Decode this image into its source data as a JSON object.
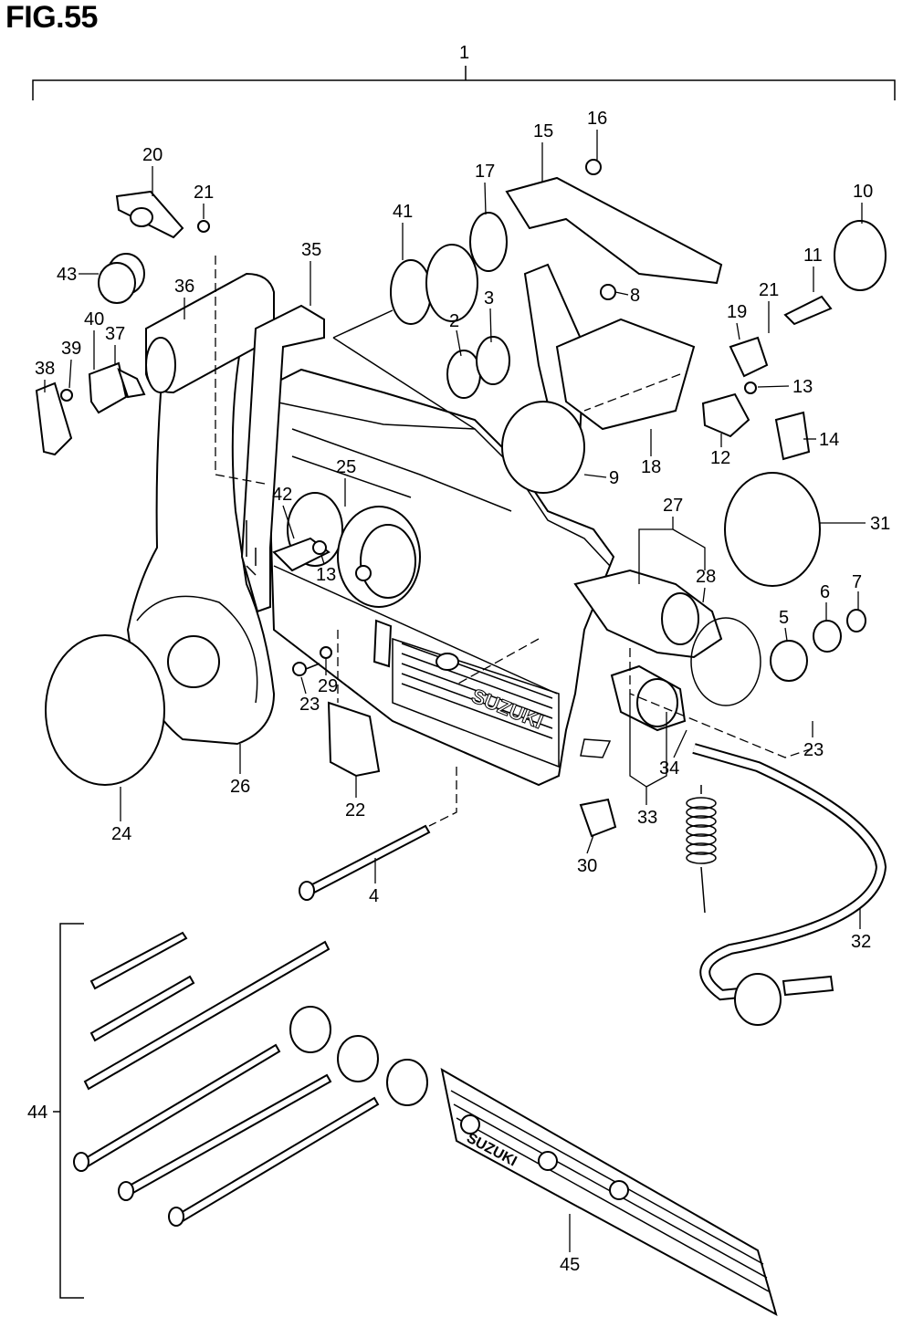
{
  "figure": {
    "title": "FIG.55"
  },
  "brand_text": {
    "body_logo": "SUZUKI",
    "trim_logo": "SUZUKI"
  },
  "callouts": [
    {
      "id": "1",
      "label": "1"
    },
    {
      "id": "2",
      "label": "2"
    },
    {
      "id": "3",
      "label": "3"
    },
    {
      "id": "4",
      "label": "4"
    },
    {
      "id": "5",
      "label": "5"
    },
    {
      "id": "6",
      "label": "6"
    },
    {
      "id": "7",
      "label": "7"
    },
    {
      "id": "8",
      "label": "8"
    },
    {
      "id": "9",
      "label": "9"
    },
    {
      "id": "10",
      "label": "10"
    },
    {
      "id": "11",
      "label": "11"
    },
    {
      "id": "12",
      "label": "12"
    },
    {
      "id": "13a",
      "label": "13"
    },
    {
      "id": "13b",
      "label": "13"
    },
    {
      "id": "14",
      "label": "14"
    },
    {
      "id": "15",
      "label": "15"
    },
    {
      "id": "16",
      "label": "16"
    },
    {
      "id": "17",
      "label": "17"
    },
    {
      "id": "18",
      "label": "18"
    },
    {
      "id": "19",
      "label": "19"
    },
    {
      "id": "20",
      "label": "20"
    },
    {
      "id": "21a",
      "label": "21"
    },
    {
      "id": "21b",
      "label": "21"
    },
    {
      "id": "22",
      "label": "22"
    },
    {
      "id": "23a",
      "label": "23"
    },
    {
      "id": "23b",
      "label": "23"
    },
    {
      "id": "24",
      "label": "24"
    },
    {
      "id": "25",
      "label": "25"
    },
    {
      "id": "26",
      "label": "26"
    },
    {
      "id": "27",
      "label": "27"
    },
    {
      "id": "28",
      "label": "28"
    },
    {
      "id": "29",
      "label": "29"
    },
    {
      "id": "30",
      "label": "30"
    },
    {
      "id": "31",
      "label": "31"
    },
    {
      "id": "32",
      "label": "32"
    },
    {
      "id": "33",
      "label": "33"
    },
    {
      "id": "34",
      "label": "34"
    },
    {
      "id": "35",
      "label": "35"
    },
    {
      "id": "36",
      "label": "36"
    },
    {
      "id": "37",
      "label": "37"
    },
    {
      "id": "38",
      "label": "38"
    },
    {
      "id": "39",
      "label": "39"
    },
    {
      "id": "40",
      "label": "40"
    },
    {
      "id": "41",
      "label": "41"
    },
    {
      "id": "42",
      "label": "42"
    },
    {
      "id": "43",
      "label": "43"
    },
    {
      "id": "44",
      "label": "44"
    },
    {
      "id": "45",
      "label": "45"
    }
  ]
}
